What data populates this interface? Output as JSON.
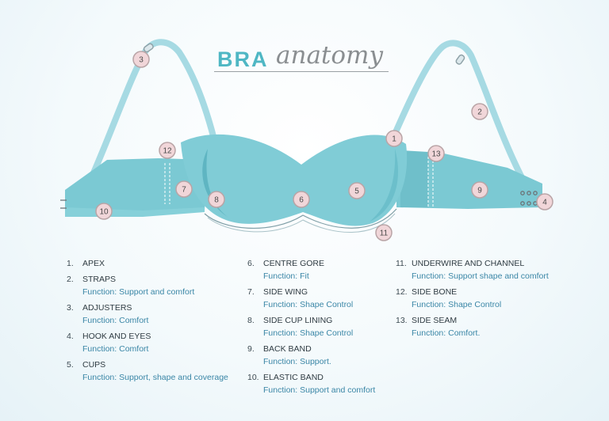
{
  "title": {
    "part1": "BRA",
    "part2": "anatomy"
  },
  "colors": {
    "cup": "#80ccd6",
    "cup_shadow": "#5fb5c2",
    "band": "#7bc9d3",
    "strap": "#a6dae3",
    "marker_fill": "#f1d6d9",
    "marker_stroke": "#b9a4a6",
    "function_text": "#3a86a6"
  },
  "markers": [
    "1",
    "2",
    "3",
    "4",
    "5",
    "6",
    "7",
    "8",
    "9",
    "10",
    "11",
    "12",
    "13"
  ],
  "legend": [
    {
      "num": "1.",
      "name": "APEX",
      "func": ""
    },
    {
      "num": "2.",
      "name": "STRAPS",
      "func": "Function: Support and comfort"
    },
    {
      "num": "3.",
      "name": "ADJUSTERS",
      "func": "Function: Comfort"
    },
    {
      "num": "4.",
      "name": "HOOK AND EYES",
      "func": "Function: Comfort"
    },
    {
      "num": "5.",
      "name": "CUPS",
      "func": "Function: Support, shape and coverage"
    },
    {
      "num": "6.",
      "name": "CENTRE GORE",
      "func": "Function: Fit"
    },
    {
      "num": "7.",
      "name": "SIDE WING",
      "func": "Function: Shape Control"
    },
    {
      "num": "8.",
      "name": "SIDE CUP LINING",
      "func": "Function: Shape Control"
    },
    {
      "num": "9.",
      "name": "BACK BAND",
      "func": "Function: Support."
    },
    {
      "num": "10.",
      "name": "ELASTIC BAND",
      "func": "Function: Support and comfort"
    },
    {
      "num": "11.",
      "name": "UNDERWIRE AND CHANNEL",
      "func": "Function: Support shape and comfort"
    },
    {
      "num": "12.",
      "name": "SIDE BONE",
      "func": "Function: Shape Control"
    },
    {
      "num": "13.",
      "name": "SIDE SEAM",
      "func": "Function: Comfort."
    }
  ]
}
